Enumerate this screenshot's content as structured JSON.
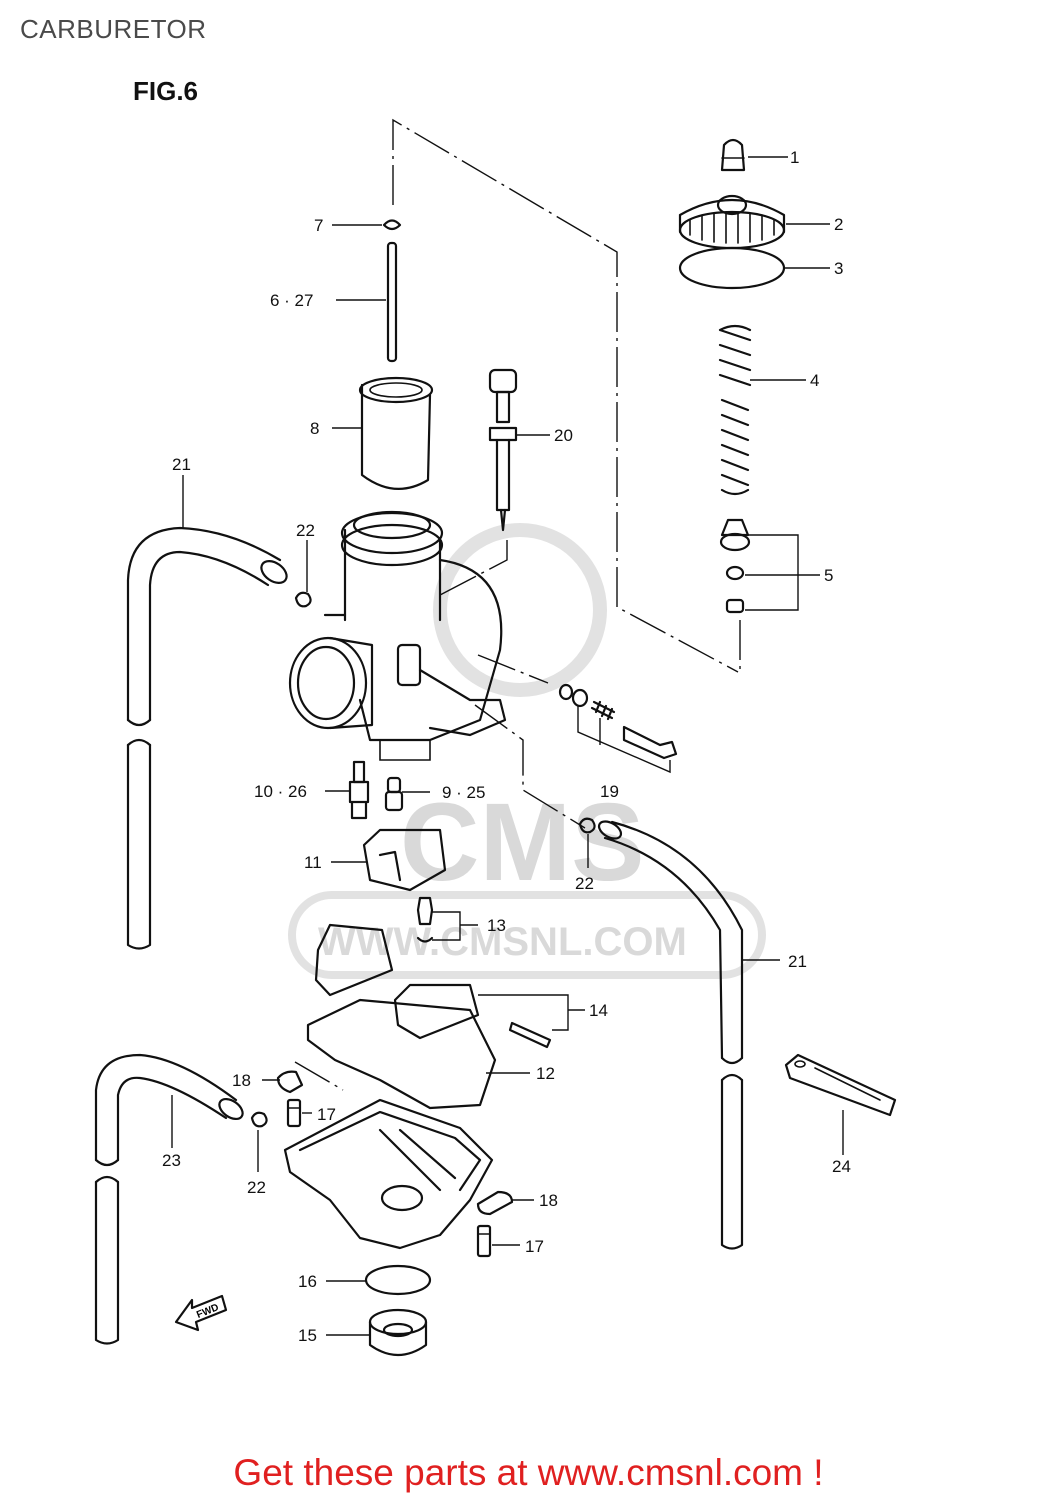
{
  "page_title": "CARBURETOR",
  "figure_label": "FIG.6",
  "watermark": {
    "brand": "CMS",
    "url": "WWW.CMSNL.COM"
  },
  "fwd_label": "FWD",
  "call_to_action": "Get these parts at www.cmsnl.com !",
  "callouts": {
    "c1": "1",
    "c2": "2",
    "c3": "3",
    "c4": "4",
    "c5": "5",
    "c7": "7",
    "c6_27": "6 · 27",
    "c8": "8",
    "c20": "20",
    "c21a": "21",
    "c22a": "22",
    "c10_26": "10 · 26",
    "c9_25": "9 · 25",
    "c19": "19",
    "c22b": "22",
    "c11": "11",
    "c13": "13",
    "c21b": "21",
    "c14": "14",
    "c12": "12",
    "c18a": "18",
    "c17a": "17",
    "c23": "23",
    "c22c": "22",
    "c24": "24",
    "c18b": "18",
    "c17b": "17",
    "c16": "16",
    "c15": "15"
  },
  "colors": {
    "cta": "#e02020",
    "title": "#4a4a4a",
    "watermark": "#d9d9d9"
  }
}
